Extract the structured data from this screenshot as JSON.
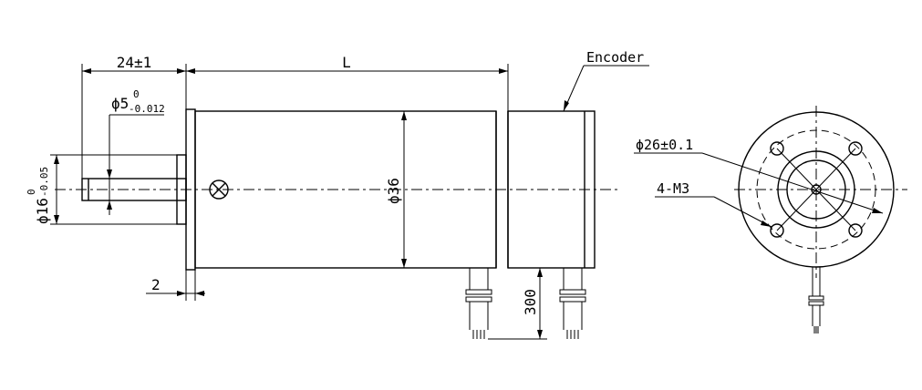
{
  "labels": {
    "shaft_length": "24±1",
    "body_length": "L",
    "encoder": "Encoder",
    "shaft_dia_base": "ϕ5",
    "shaft_dia_tol_upper": "0",
    "shaft_dia_tol_lower": "-0.012",
    "pilot_dia_base": "ϕ16",
    "pilot_dia_tol_upper": "0",
    "pilot_dia_tol_lower": "-0.05",
    "body_dia": "ϕ36",
    "flange_thickness": "2",
    "lead_length": "300",
    "bolt_circle": "ϕ26±0.1",
    "mount_holes": "4-M3"
  }
}
